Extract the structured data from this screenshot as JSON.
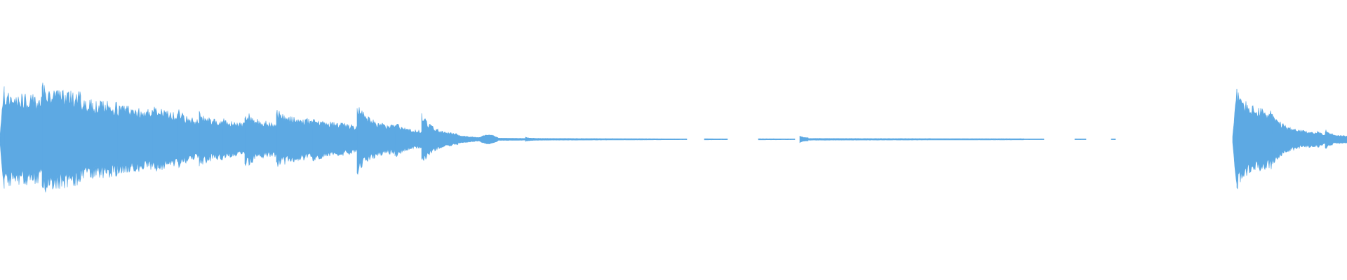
{
  "waveform": {
    "color": "#5DA9E3",
    "background": "#FFFFFF",
    "style": "mirrored-amplitude",
    "segments": [
      {
        "from": 0.0,
        "to": 0.003,
        "a0": 0.02,
        "a1": 0.38,
        "decay": "flat",
        "noise": 0.1
      },
      {
        "from": 0.003,
        "to": 0.031,
        "a0": 0.28,
        "a1": 0.26,
        "decay": "flat",
        "noise": 0.22
      },
      {
        "from": 0.031,
        "to": 0.06,
        "a0": 0.34,
        "a1": 0.28,
        "decay": "exp",
        "noise": 0.22
      },
      {
        "from": 0.06,
        "to": 0.087,
        "a0": 0.24,
        "a1": 0.22,
        "decay": "flat",
        "noise": 0.22
      },
      {
        "from": 0.087,
        "to": 0.113,
        "a0": 0.21,
        "a1": 0.18,
        "decay": "flat",
        "noise": 0.22
      },
      {
        "from": 0.113,
        "to": 0.132,
        "a0": 0.2,
        "a1": 0.16,
        "decay": "flat",
        "noise": 0.2
      },
      {
        "from": 0.132,
        "to": 0.148,
        "a0": 0.19,
        "a1": 0.12,
        "decay": "exp",
        "noise": 0.22
      },
      {
        "from": 0.148,
        "to": 0.165,
        "a0": 0.17,
        "a1": 0.12,
        "decay": "exp",
        "noise": 0.22
      },
      {
        "from": 0.165,
        "to": 0.182,
        "a0": 0.13,
        "a1": 0.1,
        "decay": "exp",
        "noise": 0.2
      },
      {
        "from": 0.182,
        "to": 0.205,
        "a0": 0.18,
        "a1": 0.1,
        "decay": "exp",
        "noise": 0.22
      },
      {
        "from": 0.205,
        "to": 0.232,
        "a0": 0.18,
        "a1": 0.12,
        "decay": "exp",
        "noise": 0.22
      },
      {
        "from": 0.232,
        "to": 0.255,
        "a0": 0.14,
        "a1": 0.1,
        "decay": "exp",
        "noise": 0.2
      },
      {
        "from": 0.255,
        "to": 0.265,
        "a0": 0.1,
        "a1": 0.08,
        "decay": "flat",
        "noise": 0.2
      },
      {
        "from": 0.265,
        "to": 0.293,
        "a0": 0.22,
        "a1": 0.08,
        "decay": "exp",
        "noise": 0.22
      },
      {
        "from": 0.293,
        "to": 0.313,
        "a0": 0.12,
        "a1": 0.05,
        "decay": "exp",
        "noise": 0.2
      },
      {
        "from": 0.313,
        "to": 0.34,
        "a0": 0.16,
        "a1": 0.03,
        "decay": "exp",
        "noise": 0.2
      },
      {
        "from": 0.34,
        "to": 0.355,
        "a0": 0.025,
        "a1": 0.012,
        "decay": "flat",
        "noise": 0.15
      },
      {
        "from": 0.355,
        "to": 0.37,
        "a0": 0.03,
        "a1": 0.01,
        "decay": "bump",
        "noise": 0.12
      },
      {
        "from": 0.37,
        "to": 0.39,
        "a0": 0.008,
        "a1": 0.006,
        "decay": "flat",
        "noise": 0.1
      },
      {
        "from": 0.39,
        "to": 0.4,
        "a0": 0.014,
        "a1": 0.006,
        "decay": "exp",
        "noise": 0.12
      },
      {
        "from": 0.4,
        "to": 0.45,
        "a0": 0.006,
        "a1": 0.005,
        "decay": "flat",
        "noise": 0.1
      },
      {
        "from": 0.45,
        "to": 0.51,
        "a0": 0.005,
        "a1": 0.003,
        "decay": "flat",
        "noise": 0.1
      },
      {
        "from": 0.523,
        "to": 0.54,
        "a0": 0.004,
        "a1": 0.003,
        "decay": "flat",
        "noise": 0.1
      },
      {
        "from": 0.563,
        "to": 0.59,
        "a0": 0.004,
        "a1": 0.003,
        "decay": "flat",
        "noise": 0.1
      },
      {
        "from": 0.594,
        "to": 0.6,
        "a0": 0.025,
        "a1": 0.01,
        "decay": "exp",
        "noise": 0.12
      },
      {
        "from": 0.6,
        "to": 0.76,
        "a0": 0.006,
        "a1": 0.004,
        "decay": "flat",
        "noise": 0.1
      },
      {
        "from": 0.76,
        "to": 0.775,
        "a0": 0.003,
        "a1": 0.003,
        "decay": "flat",
        "noise": 0.1
      },
      {
        "from": 0.798,
        "to": 0.806,
        "a0": 0.003,
        "a1": 0.003,
        "decay": "flat",
        "noise": 0.1
      },
      {
        "from": 0.825,
        "to": 0.828,
        "a0": 0.003,
        "a1": 0.003,
        "decay": "flat",
        "noise": 0.1
      },
      {
        "from": 0.915,
        "to": 0.918,
        "a0": 0.02,
        "a1": 0.34,
        "decay": "flat",
        "noise": 0.1
      },
      {
        "from": 0.918,
        "to": 0.945,
        "a0": 0.3,
        "a1": 0.17,
        "decay": "exp",
        "noise": 0.22
      },
      {
        "from": 0.945,
        "to": 0.978,
        "a0": 0.15,
        "a1": 0.04,
        "decay": "exp",
        "noise": 0.22
      },
      {
        "from": 0.978,
        "to": 0.984,
        "a0": 0.05,
        "a1": 0.03,
        "decay": "flat",
        "noise": 0.2
      },
      {
        "from": 0.984,
        "to": 1.0,
        "a0": 0.06,
        "a1": 0.02,
        "decay": "exp",
        "noise": 0.22
      }
    ]
  }
}
